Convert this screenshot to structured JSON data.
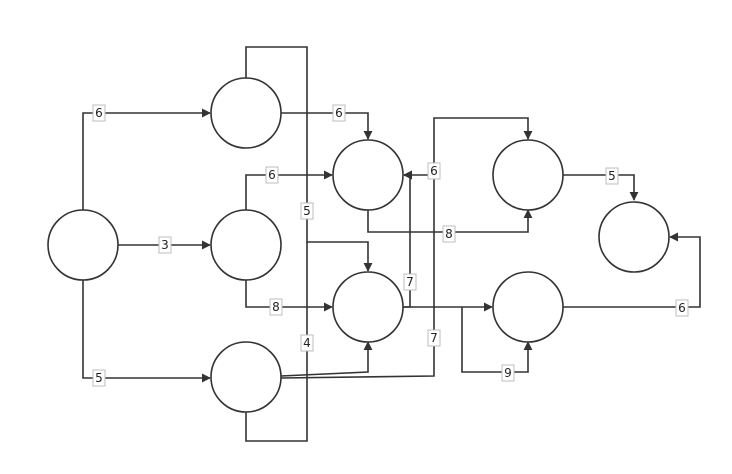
{
  "diagram": {
    "title": "",
    "colors": {
      "stroke": "#333333",
      "label_border": "#bdbdbd",
      "background": "#ffffff"
    },
    "nodes": [
      {
        "id": "n1",
        "label": ""
      },
      {
        "id": "n2",
        "label": ""
      },
      {
        "id": "n3",
        "label": ""
      },
      {
        "id": "n4",
        "label": ""
      },
      {
        "id": "n5",
        "label": ""
      },
      {
        "id": "n6",
        "label": ""
      },
      {
        "id": "n7",
        "label": ""
      },
      {
        "id": "n8",
        "label": ""
      },
      {
        "id": "n9",
        "label": ""
      },
      {
        "id": "n10",
        "label": ""
      }
    ],
    "edges": [
      {
        "id": "e1",
        "from": "n1",
        "to": "n2",
        "weight": "6"
      },
      {
        "id": "e2",
        "from": "n1",
        "to": "n3",
        "weight": "3"
      },
      {
        "id": "e3",
        "from": "n1",
        "to": "n4",
        "weight": "5"
      },
      {
        "id": "e4",
        "from": "n2",
        "to": "n5",
        "weight": "6"
      },
      {
        "id": "e5",
        "from": "n2",
        "to": "n6",
        "weight": "5"
      },
      {
        "id": "e6",
        "from": "n3",
        "to": "n5",
        "weight": "6"
      },
      {
        "id": "e7",
        "from": "n3",
        "to": "n6",
        "weight": "8"
      },
      {
        "id": "e8",
        "from": "n4",
        "to": "n6",
        "weight": "4"
      },
      {
        "id": "e9",
        "from": "n4",
        "to": "n7",
        "weight": "7"
      },
      {
        "id": "e10",
        "from": "n5",
        "to": "n7",
        "weight": "8"
      },
      {
        "id": "e11",
        "from": "n6",
        "to": "n5",
        "weight": "7"
      },
      {
        "id": "e12",
        "from": "n6",
        "to": "n8",
        "weight": ""
      },
      {
        "id": "e13",
        "from": "n6",
        "to": "n8",
        "weight": "9"
      },
      {
        "id": "e14",
        "from": "n7",
        "to": "n9",
        "weight": "5"
      },
      {
        "id": "e15",
        "from": "n8",
        "to": "n9",
        "weight": "6"
      },
      {
        "id": "e16",
        "from": "n10",
        "to": "n5",
        "weight": "6"
      }
    ]
  }
}
